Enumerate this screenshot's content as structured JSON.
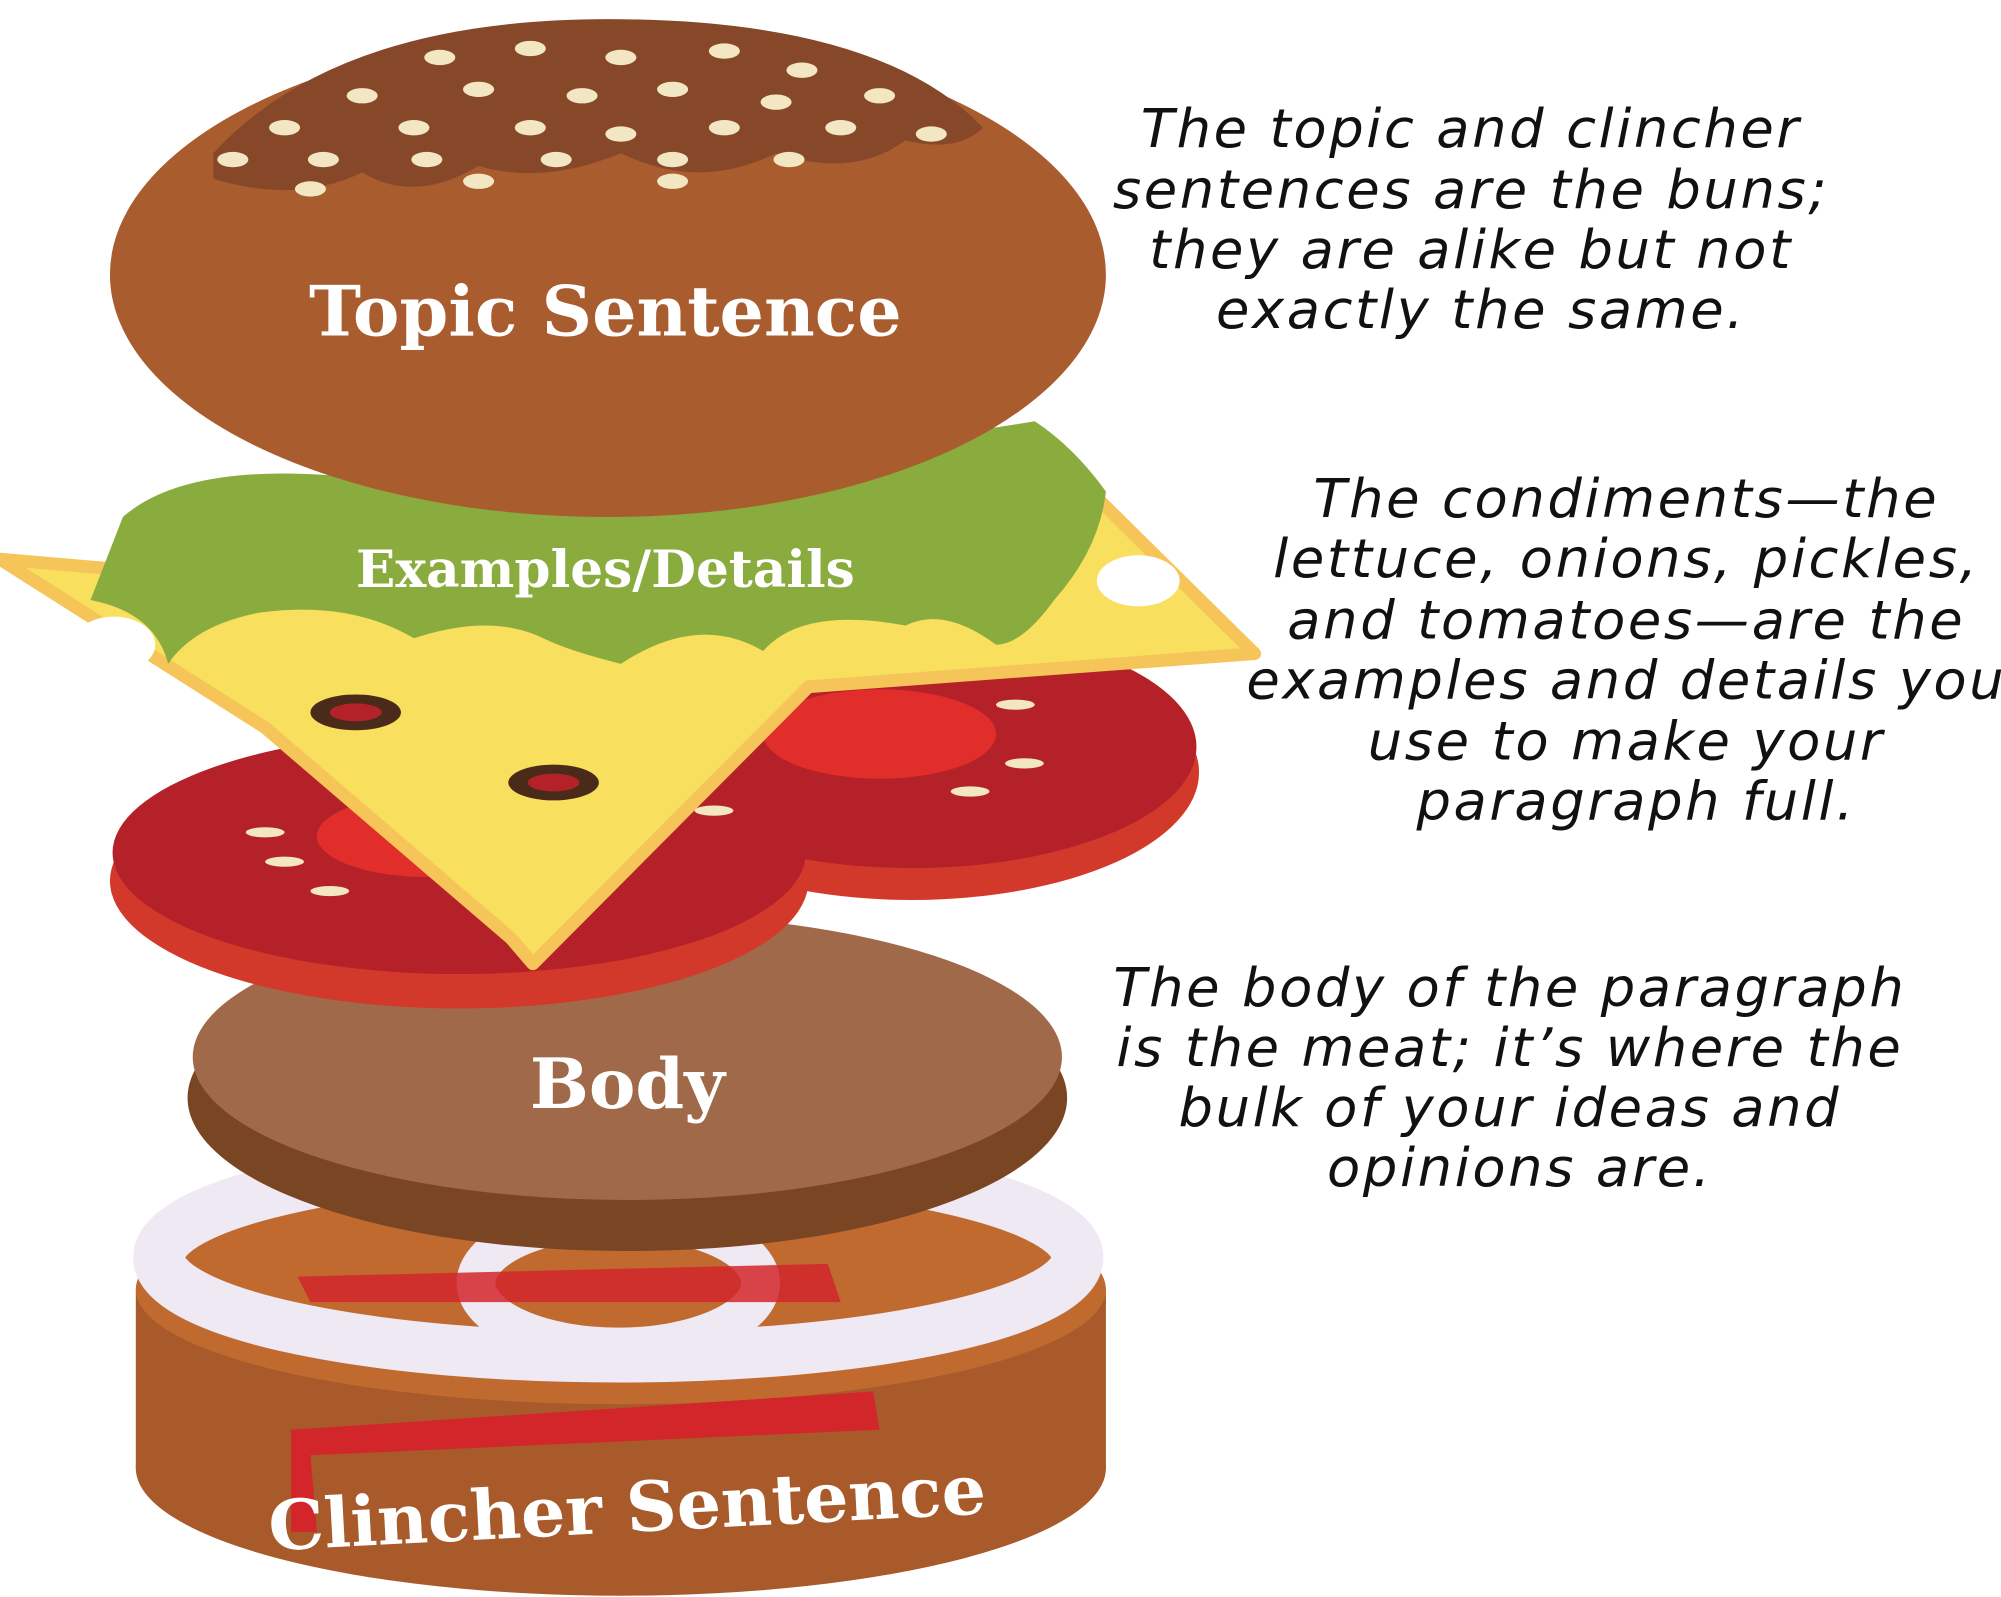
{
  "labels": {
    "topic": "Topic Sentence",
    "examples": "Examples/Details",
    "body": "Body",
    "clincher": "Clincher Sentence"
  },
  "notes": {
    "buns": [
      "The topic and clincher",
      "sentences are the buns;",
      "they are alike but not",
      "exactly the same."
    ],
    "condiments": [
      "The condiments—the",
      "lettuce, onions, pickles,",
      "and tomatoes—are the",
      "examples and details you",
      "use to make your",
      "paragraph full."
    ],
    "meat": [
      "The body of the paragraph",
      "is the meat; it’s where the",
      "bulk of your ideas and",
      "opinions are."
    ]
  },
  "colors": {
    "bun": "#a95c2e",
    "bun_top": "#87482a",
    "sesame": "#f3e6c2",
    "lettuce": "#8aab3e",
    "cheese": "#f9df5e",
    "tomato": "#b52129",
    "patty": "#a06a4a",
    "onion": "#efe9f3"
  }
}
